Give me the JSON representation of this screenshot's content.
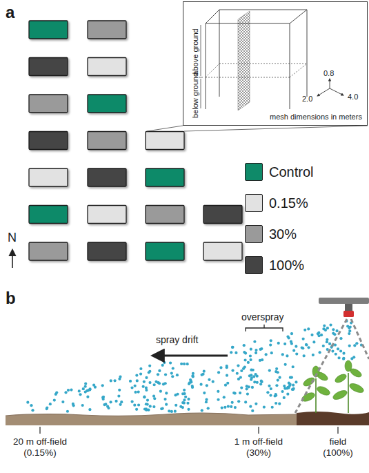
{
  "diagram": {
    "nodes": [
      {
        "text": [
          "above ground",
          "below ground",
          "2.0",
          "0.8",
          "4.0",
          "mesh dimensions in meters"
        ]
      }
    ],
    "labels": [
      "a",
      "N",
      "b",
      "overspray",
      "spray drift",
      "20 m off-field (0.15%)",
      "1 m off-field (30%)",
      "field (100%)"
    ],
    "legend": [
      {
        "text": "Control",
        "color": "#0f8a69"
      },
      {
        "text": "0.15%",
        "color": "#e2e2e2"
      },
      {
        "text": "30%",
        "color": "#9a9a9a"
      },
      {
        "text": "100%",
        "color": "#444444"
      }
    ]
  }
}
